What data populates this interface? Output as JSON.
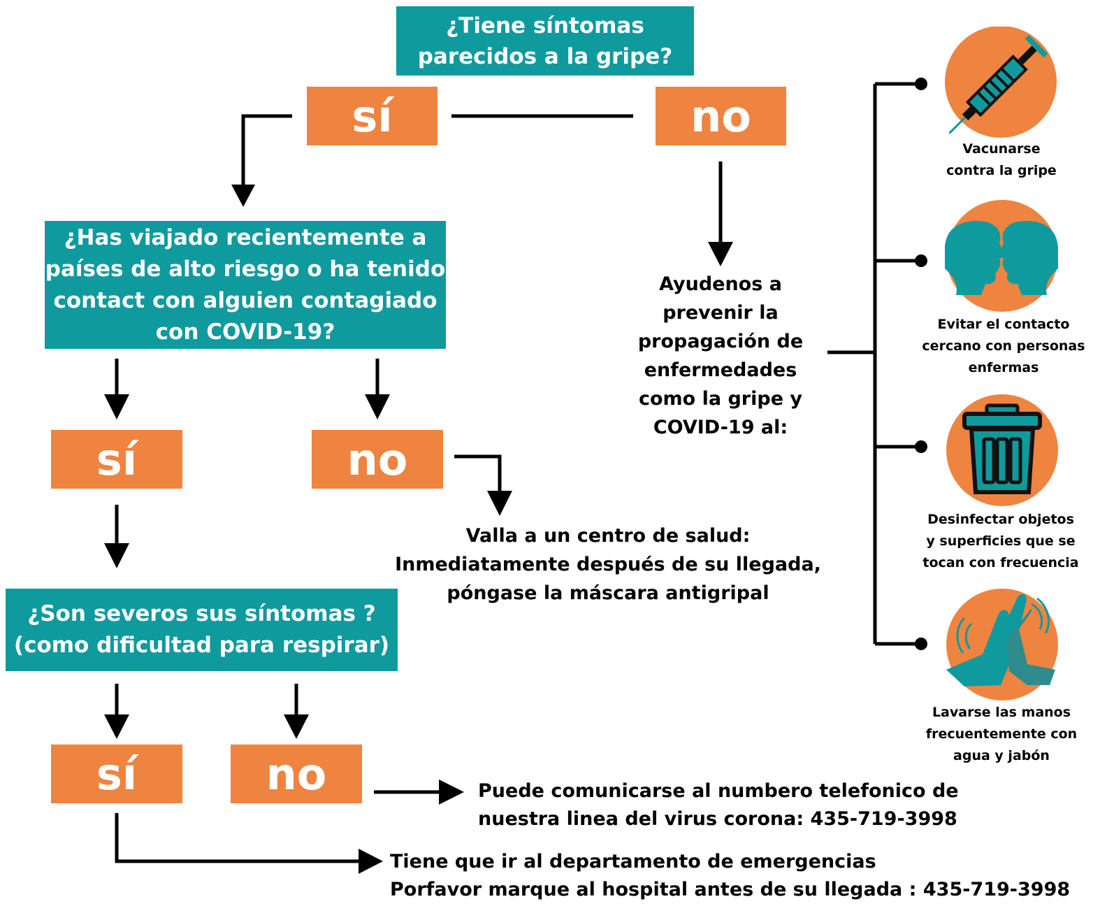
{
  "q1": {
    "line1": "¿Tiene síntomas",
    "line2": "parecidos a la gripe?"
  },
  "q2": {
    "line1": "¿Has viajado recientemente a",
    "line2": "países de alto riesgo o ha tenido",
    "line3": "contact con alguien contagiado",
    "line4": "con COVID-19?"
  },
  "q3": {
    "line1": "¿Son severos sus síntomas ?",
    "line2": "(como dificultad para respirar)"
  },
  "answers": {
    "yes": "sí",
    "no": "no"
  },
  "prevention": {
    "line1": "Ayudenos a",
    "line2": "prevenir la",
    "line3": "propagación de",
    "line4": "enfermedades",
    "line5": "como la gripe y",
    "line6": "COVID-19 al:"
  },
  "health_center": {
    "line1": "Valla a un centro de salud:",
    "line2": "Inmediatamente después de su llegada,",
    "line3": "póngase la máscara antigripal"
  },
  "hotline": {
    "line1": "Puede comunicarse al numbero telefonico de",
    "line2": "nuestra linea del virus corona: 435-719-3998"
  },
  "emergency": {
    "line1": "Tiene que ir al departamento de emergencias",
    "line2": "Porfavor marque al hospital antes de su llegada : 435-719-3998"
  },
  "tips": [
    {
      "line1": "Vacunarse",
      "line2": "contra la gripe",
      "icon": "syringe-icon"
    },
    {
      "line1": "Evitar el contacto",
      "line2": "cercano con personas",
      "line3": "enfermas",
      "icon": "faces-icon"
    },
    {
      "line1": "Desinfectar objetos",
      "line2": "y superficies que se",
      "line3": "tocan con frecuencia",
      "icon": "trash-can-icon"
    },
    {
      "line1": "Lavarse las manos",
      "line2": "frecuentemente con",
      "line3": "agua y jabón",
      "icon": "washing-hands-icon"
    }
  ],
  "colors": {
    "teal": "#0f9a9e",
    "orange": "#ee8440",
    "dark_teal": "#2e8c8c",
    "black": "#000000"
  }
}
